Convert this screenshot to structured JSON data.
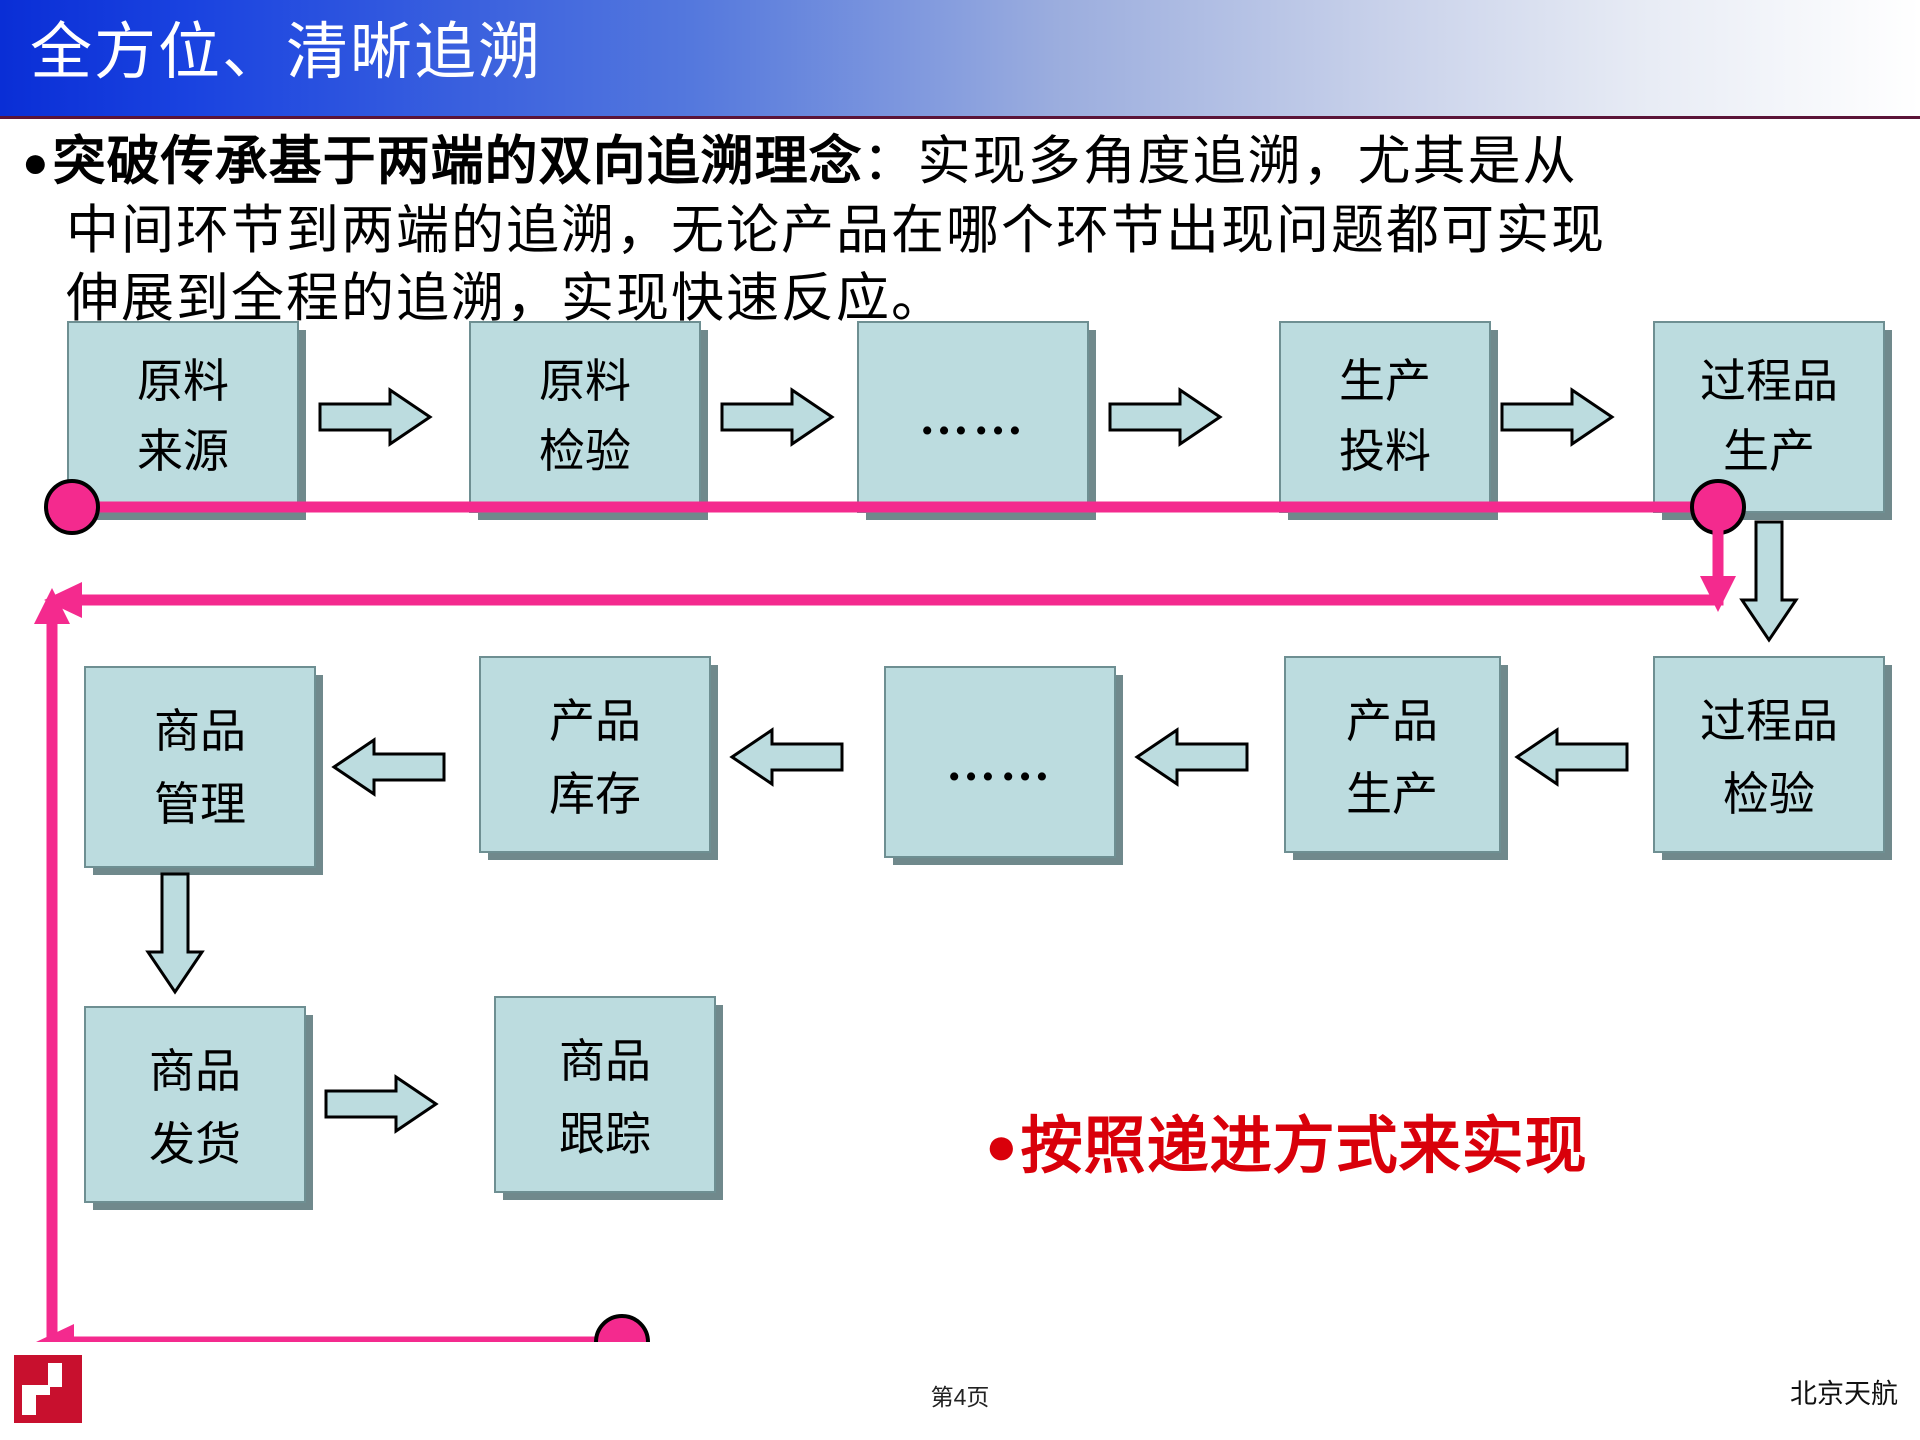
{
  "slide": {
    "title": "全方位、清晰追溯",
    "page_number": "第4页",
    "corp": "北京天航"
  },
  "paragraph": {
    "bullet": "●",
    "line1_strong": "突破传承基于两端的双向追溯理念",
    "line1_rest": "：实现多角度追溯，尤其是从",
    "line2": "中间环节到两端的追溯，无论产品在哪个环节出现问题都可实现",
    "line3": "伸展到全程的追溯，实现快速反应。"
  },
  "callout": {
    "bullet": "●",
    "text": "按照递进方式来实现"
  },
  "diagram": {
    "row1": [
      {
        "id": "raw-material-source",
        "line1": "原料",
        "line2": "来源"
      },
      {
        "id": "raw-material-inspection",
        "line1": "原料",
        "line2": "检验"
      },
      {
        "id": "ellipsis-1",
        "line1": "……",
        "line2": ""
      },
      {
        "id": "production-feeding",
        "line1": "生产",
        "line2": "投料"
      },
      {
        "id": "wip-production",
        "line1": "过程品",
        "line2": "生产"
      }
    ],
    "row2": [
      {
        "id": "goods-management",
        "line1": "商品",
        "line2": "管理"
      },
      {
        "id": "product-inventory",
        "line1": "产品",
        "line2": "库存"
      },
      {
        "id": "ellipsis-2",
        "line1": "……",
        "line2": ""
      },
      {
        "id": "product-production",
        "line1": "产品",
        "line2": "生产"
      },
      {
        "id": "wip-inspection",
        "line1": "过程品",
        "line2": "检验"
      }
    ],
    "row3": [
      {
        "id": "goods-shipment",
        "line1": "商品",
        "line2": "发货"
      },
      {
        "id": "goods-tracking",
        "line1": "商品",
        "line2": "跟踪"
      }
    ]
  },
  "colors": {
    "box_fill": "#bcdcdf",
    "box_stroke": "#6e8f92",
    "box_shadow": "#70898c",
    "arrow_fill": "#bcdcdf",
    "arrow_stroke": "#000000",
    "trace_line": "#f42a8e",
    "title_bar_start": "#0a2ed6",
    "title_bar_end": "#ffffff",
    "callout_red": "#d9000a",
    "logo_red": "#c8102e"
  }
}
